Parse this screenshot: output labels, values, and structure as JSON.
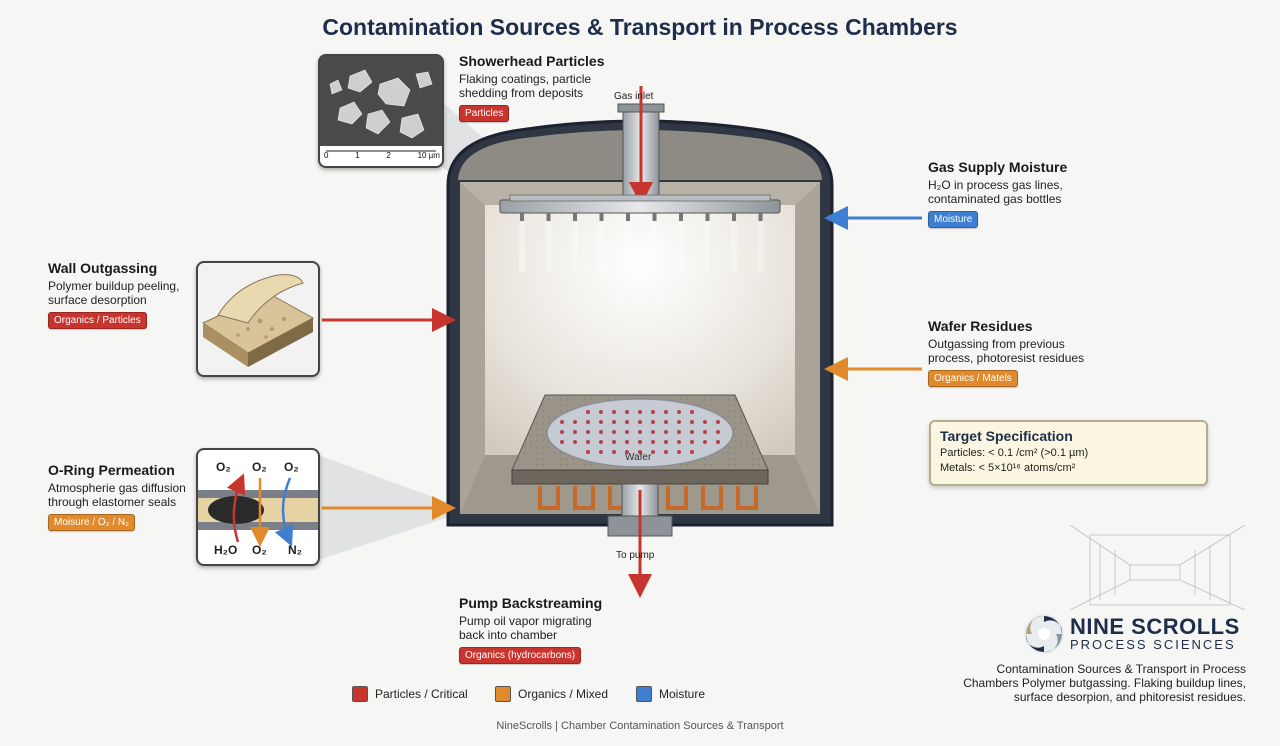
{
  "title": "Contamination Sources & Transport in Process Chambers",
  "labels": {
    "gas_inlet": "Gas inlet",
    "to_pump": "To pump",
    "wafer": "Wafer"
  },
  "sources": {
    "showerhead": {
      "title": "Showerhead Particles",
      "desc1": "Flaking coatings, particle",
      "desc2": "shedding from deposits",
      "tag": "Particles"
    },
    "gas_supply": {
      "title": "Gas Supply Moisture",
      "desc1": "H₂O in process gas lines,",
      "desc2": "contaminated gas bottles",
      "tag": "Moisture"
    },
    "wall": {
      "title": "Wall Outgassing",
      "desc1": "Polymer buildup peeling,",
      "desc2": "surface desorption",
      "tag": "Organics / Particles"
    },
    "wafer_residues": {
      "title": "Wafer Residues",
      "desc1": "Outgassing from previous",
      "desc2": "process, photoresist residues",
      "tag": "Organics / Matels"
    },
    "oring": {
      "title": "O-Ring Permeation",
      "desc1": "Atmospherie gas diffusion",
      "desc2": "through elastomer seals",
      "tag": "Moisure / O₂ / N₂"
    },
    "pump": {
      "title": "Pump Backstreaming",
      "desc1": "Pump oil vapor migrating",
      "desc2": "back into chamber",
      "tag": "Organics (hydrocarbons)"
    }
  },
  "scale_bar": {
    "ticks": [
      "0",
      "1",
      "2",
      "10 µm"
    ]
  },
  "oring_inset": {
    "top": [
      "O₂",
      "O₂",
      "O₂"
    ],
    "bottom": [
      "H₂O",
      "O₂",
      "N₂"
    ]
  },
  "spec": {
    "title": "Target Specification",
    "line1": "Particles: < 0.1 /cm² (>0.1 µm)",
    "line2": "Metals: < 5×10¹⁶ atoms/cm²"
  },
  "legend": [
    {
      "label": "Particles / Critical",
      "color": "#c8352f"
    },
    {
      "label": "Organics / Mixed",
      "color": "#e08a2c"
    },
    {
      "label": "Moisture",
      "color": "#3f7fd1"
    }
  ],
  "footer": "NineScrolls  |  Chamber Contamination Sources & Transport",
  "brand": {
    "name": "NINE SCROLLS",
    "sub": "PROCESS SCIENCES"
  },
  "caption": {
    "line1": "Contamination Sources & Transport in Process",
    "line2": "Chambers Polymer butgassing. Flaking buildup lines,",
    "line3": "surface desorpion, and phitoresist residues."
  },
  "colors": {
    "red": "#c8352f",
    "orange": "#e08a2c",
    "blue": "#3f7fd1",
    "navy": "#1e2d4a"
  }
}
